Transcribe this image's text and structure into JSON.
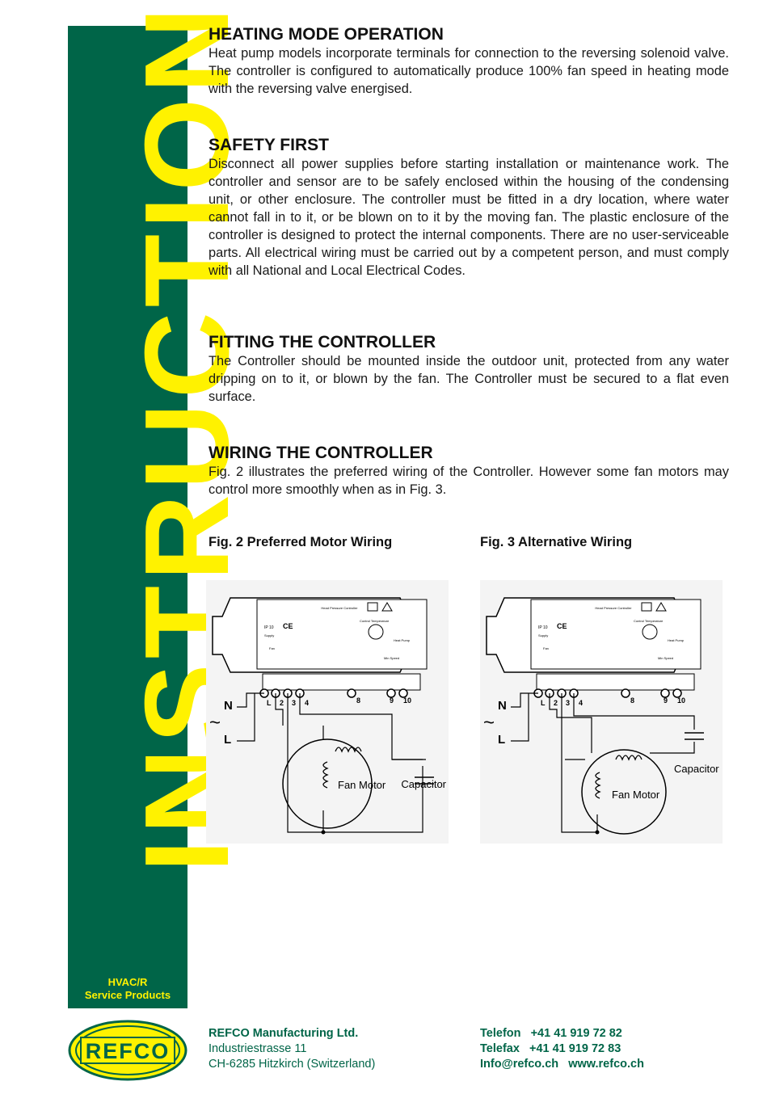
{
  "sidebar": {
    "vertical_word": "INSTRUCTIONS",
    "tagline_line1": "HVAC/R",
    "tagline_line2": "Service Products",
    "logo_text": "REFCO"
  },
  "sections": [
    {
      "heading": "HEATING MODE OPERATION",
      "body": "Heat pump models incorporate terminals for connection to the reversing solenoid valve. The controller is configured to automatically produce 100% fan speed in heating mode with the reversing valve energised."
    },
    {
      "heading": "SAFETY FIRST",
      "body": "Disconnect all power supplies before starting installation or maintenance work. The controller and sensor are to be safely enclosed within the housing of the condensing unit, or other enclosure. The controller must be fitted in a dry location, where water cannot fall in to it, or be blown on to it by the moving fan. The plastic enclosure of the controller is designed to protect the internal components. There are no user-serviceable parts. All electrical wiring must be carried out by a competent person, and must comply with all National and Local Electrical Codes."
    },
    {
      "heading": "FITTING THE CONTROLLER",
      "body": "The Controller should be mounted inside the outdoor unit, protected from any water dripping on to it, or blown by the fan. The Controller must be secured to a flat even surface."
    },
    {
      "heading": "WIRING THE CONTROLLER",
      "body": "Fig. 2 illustrates the preferred wiring of the Controller. However some fan motors may control more smoothly when as in Fig. 3."
    }
  ],
  "figures": {
    "fig2_caption": "Fig. 2 Preferred Motor Wiring",
    "fig3_caption": "Fig. 3 Alternative Wiring",
    "terminal_labels": [
      "L",
      "2",
      "3",
      "4",
      "8",
      "9",
      "10"
    ],
    "neutral_label": "N",
    "live_label": "L",
    "ac_symbol": "~",
    "motor_label": "Fan Motor",
    "capacitor_label": "Capacitor",
    "device_ip": "IP 10",
    "device_ce": "CE",
    "device_title": "Head Pressure Controller",
    "device_temp": "Control Temperature",
    "device_supply": "Supply",
    "device_fan": "Fan",
    "device_min": "Min Speed",
    "device_heat": "Heat Pump"
  },
  "footer": {
    "company": "REFCO Manufacturing Ltd.",
    "street": "Industriestrasse 11",
    "city": "CH-6285 Hitzkirch (Switzerland)",
    "phone": "Telefon   +41 41 919 72 82",
    "fax": "Telefax   +41 41 919 72 83",
    "web": "Info@refco.ch   www.refco.ch"
  },
  "colors": {
    "brand_green": "#006548",
    "brand_yellow": "#fff200"
  }
}
